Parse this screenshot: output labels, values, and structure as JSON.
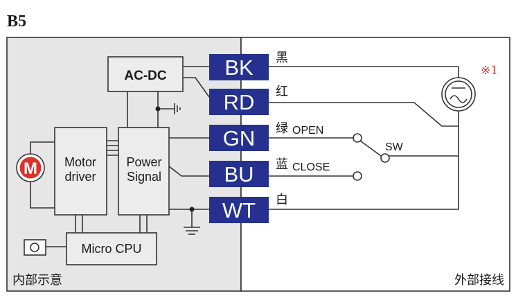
{
  "title": "B5",
  "internal": {
    "label": "内部示意",
    "acdc_label": "AC-DC",
    "motor_driver_label": [
      "Motor",
      "driver"
    ],
    "power_signal_label": [
      "Power",
      "Signal"
    ],
    "micro_cpu_label": "Micro CPU",
    "motor_symbol": "M"
  },
  "external": {
    "label": "外部接线",
    "note_mark": "※1",
    "switch_label": "SW"
  },
  "terminals": [
    {
      "code": "BK",
      "color_name": "黑",
      "signal": ""
    },
    {
      "code": "RD",
      "color_name": "红",
      "signal": ""
    },
    {
      "code": "GN",
      "color_name": "绿",
      "signal": "OPEN"
    },
    {
      "code": "BU",
      "color_name": "蓝",
      "signal": "CLOSE"
    },
    {
      "code": "WT",
      "color_name": "白",
      "signal": ""
    }
  ],
  "colors": {
    "terminal_fill": "#26318f",
    "internal_bg": "#e6e6e6",
    "motor_red": "#d9322b",
    "note_red": "#d23b3b"
  }
}
